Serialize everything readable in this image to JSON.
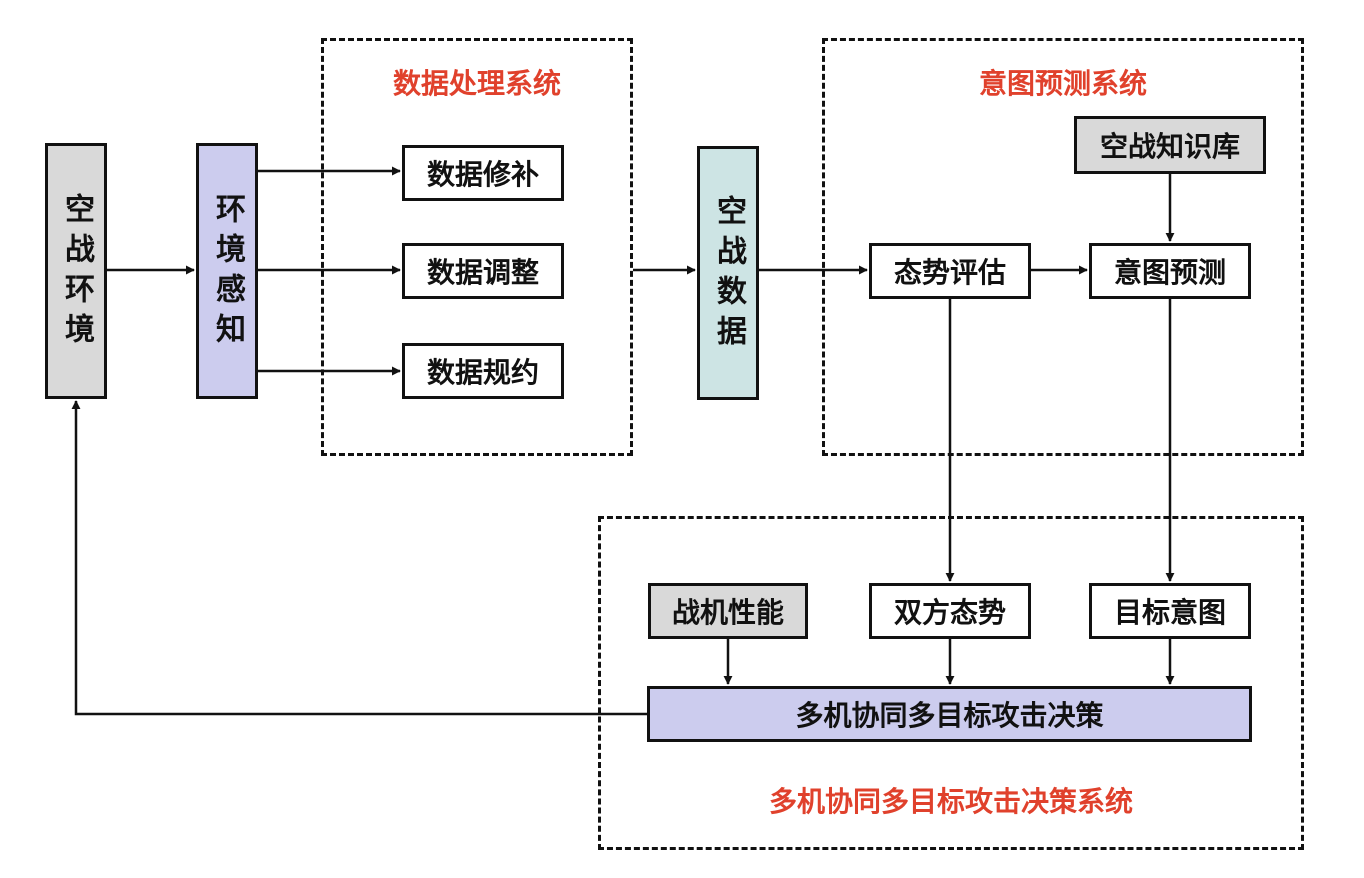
{
  "nodes": {
    "air_combat_env": "空战环境",
    "env_perception": "环境感知",
    "data_repair": "数据修补",
    "data_adjust": "数据调整",
    "data_reduction": "数据规约",
    "air_combat_data": "空战数据",
    "knowledge_base": "空战知识库",
    "situation_assessment": "态势评估",
    "intent_prediction": "意图预测",
    "fighter_performance": "战机性能",
    "both_situation": "双方态势",
    "target_intent": "目标意图",
    "decision": "多机协同多目标攻击决策"
  },
  "systems": {
    "data_processing": "数据处理系统",
    "intent_prediction": "意图预测系统",
    "decision_system": "多机协同多目标攻击决策系统"
  },
  "colors": {
    "title_red": "#e0412c",
    "gray_fill": "#d9d9d9",
    "lavender_fill": "#ccccee",
    "teal_fill": "#cde4e4"
  }
}
